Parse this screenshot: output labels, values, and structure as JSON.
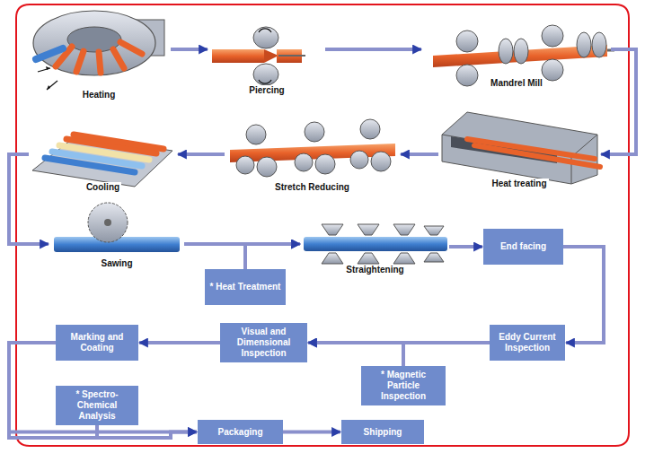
{
  "diagram": {
    "nodes": [
      {
        "text": [
          "Heating"
        ]
      },
      {
        "text": [
          "Piercing"
        ]
      },
      {
        "text": [
          "Mandrel Mill"
        ]
      },
      {
        "text": [
          "Heat treating"
        ]
      },
      {
        "text": [
          "Stretch Reducing"
        ]
      },
      {
        "text": [
          "Cooling"
        ]
      },
      {
        "text": [
          "Sawing"
        ]
      },
      {
        "text": [
          "* Heat Treatment"
        ]
      },
      {
        "text": [
          "Straightening"
        ]
      },
      {
        "text": [
          "End facing"
        ]
      },
      {
        "text": [
          "Eddy Current Inspection"
        ]
      },
      {
        "text": [
          "Visual and Dimensional Inspection"
        ]
      },
      {
        "text": [
          "Marking and Coating"
        ]
      },
      {
        "text": [
          "* Magnetic Particle Inspection"
        ]
      },
      {
        "text": [
          "* Spectro-Chemical Analysis"
        ]
      },
      {
        "text": [
          "Packaging"
        ]
      },
      {
        "text": [
          "Shipping"
        ]
      }
    ],
    "edges": [
      {
        "from": 0,
        "to": 1,
        "arrow": "to"
      },
      {
        "from": 1,
        "to": 2,
        "arrow": "to"
      },
      {
        "from": 2,
        "to": 3,
        "arrow": "to"
      },
      {
        "from": 3,
        "to": 4,
        "arrow": "to"
      },
      {
        "from": 4,
        "to": 5,
        "arrow": "to"
      },
      {
        "from": 5,
        "to": 6,
        "arrow": "to"
      },
      {
        "from": 6,
        "to": 8,
        "arrow": "to"
      },
      {
        "from": 6,
        "to": 7,
        "arrow": "none"
      },
      {
        "from": 7,
        "to": 8,
        "arrow": "to"
      },
      {
        "from": 8,
        "to": 9,
        "arrow": "to"
      },
      {
        "from": 9,
        "to": 10,
        "arrow": "to"
      },
      {
        "from": 10,
        "to": 11,
        "arrow": "to"
      },
      {
        "from": 10,
        "to": 13,
        "arrow": "none"
      },
      {
        "from": 13,
        "to": 11,
        "arrow": "to"
      },
      {
        "from": 11,
        "to": 12,
        "arrow": "to"
      },
      {
        "from": 12,
        "to": 15,
        "arrow": "to"
      },
      {
        "from": 12,
        "to": 14,
        "arrow": "none"
      },
      {
        "from": 14,
        "to": 15,
        "arrow": "to"
      },
      {
        "from": 15,
        "to": 16,
        "arrow": "to"
      }
    ]
  }
}
